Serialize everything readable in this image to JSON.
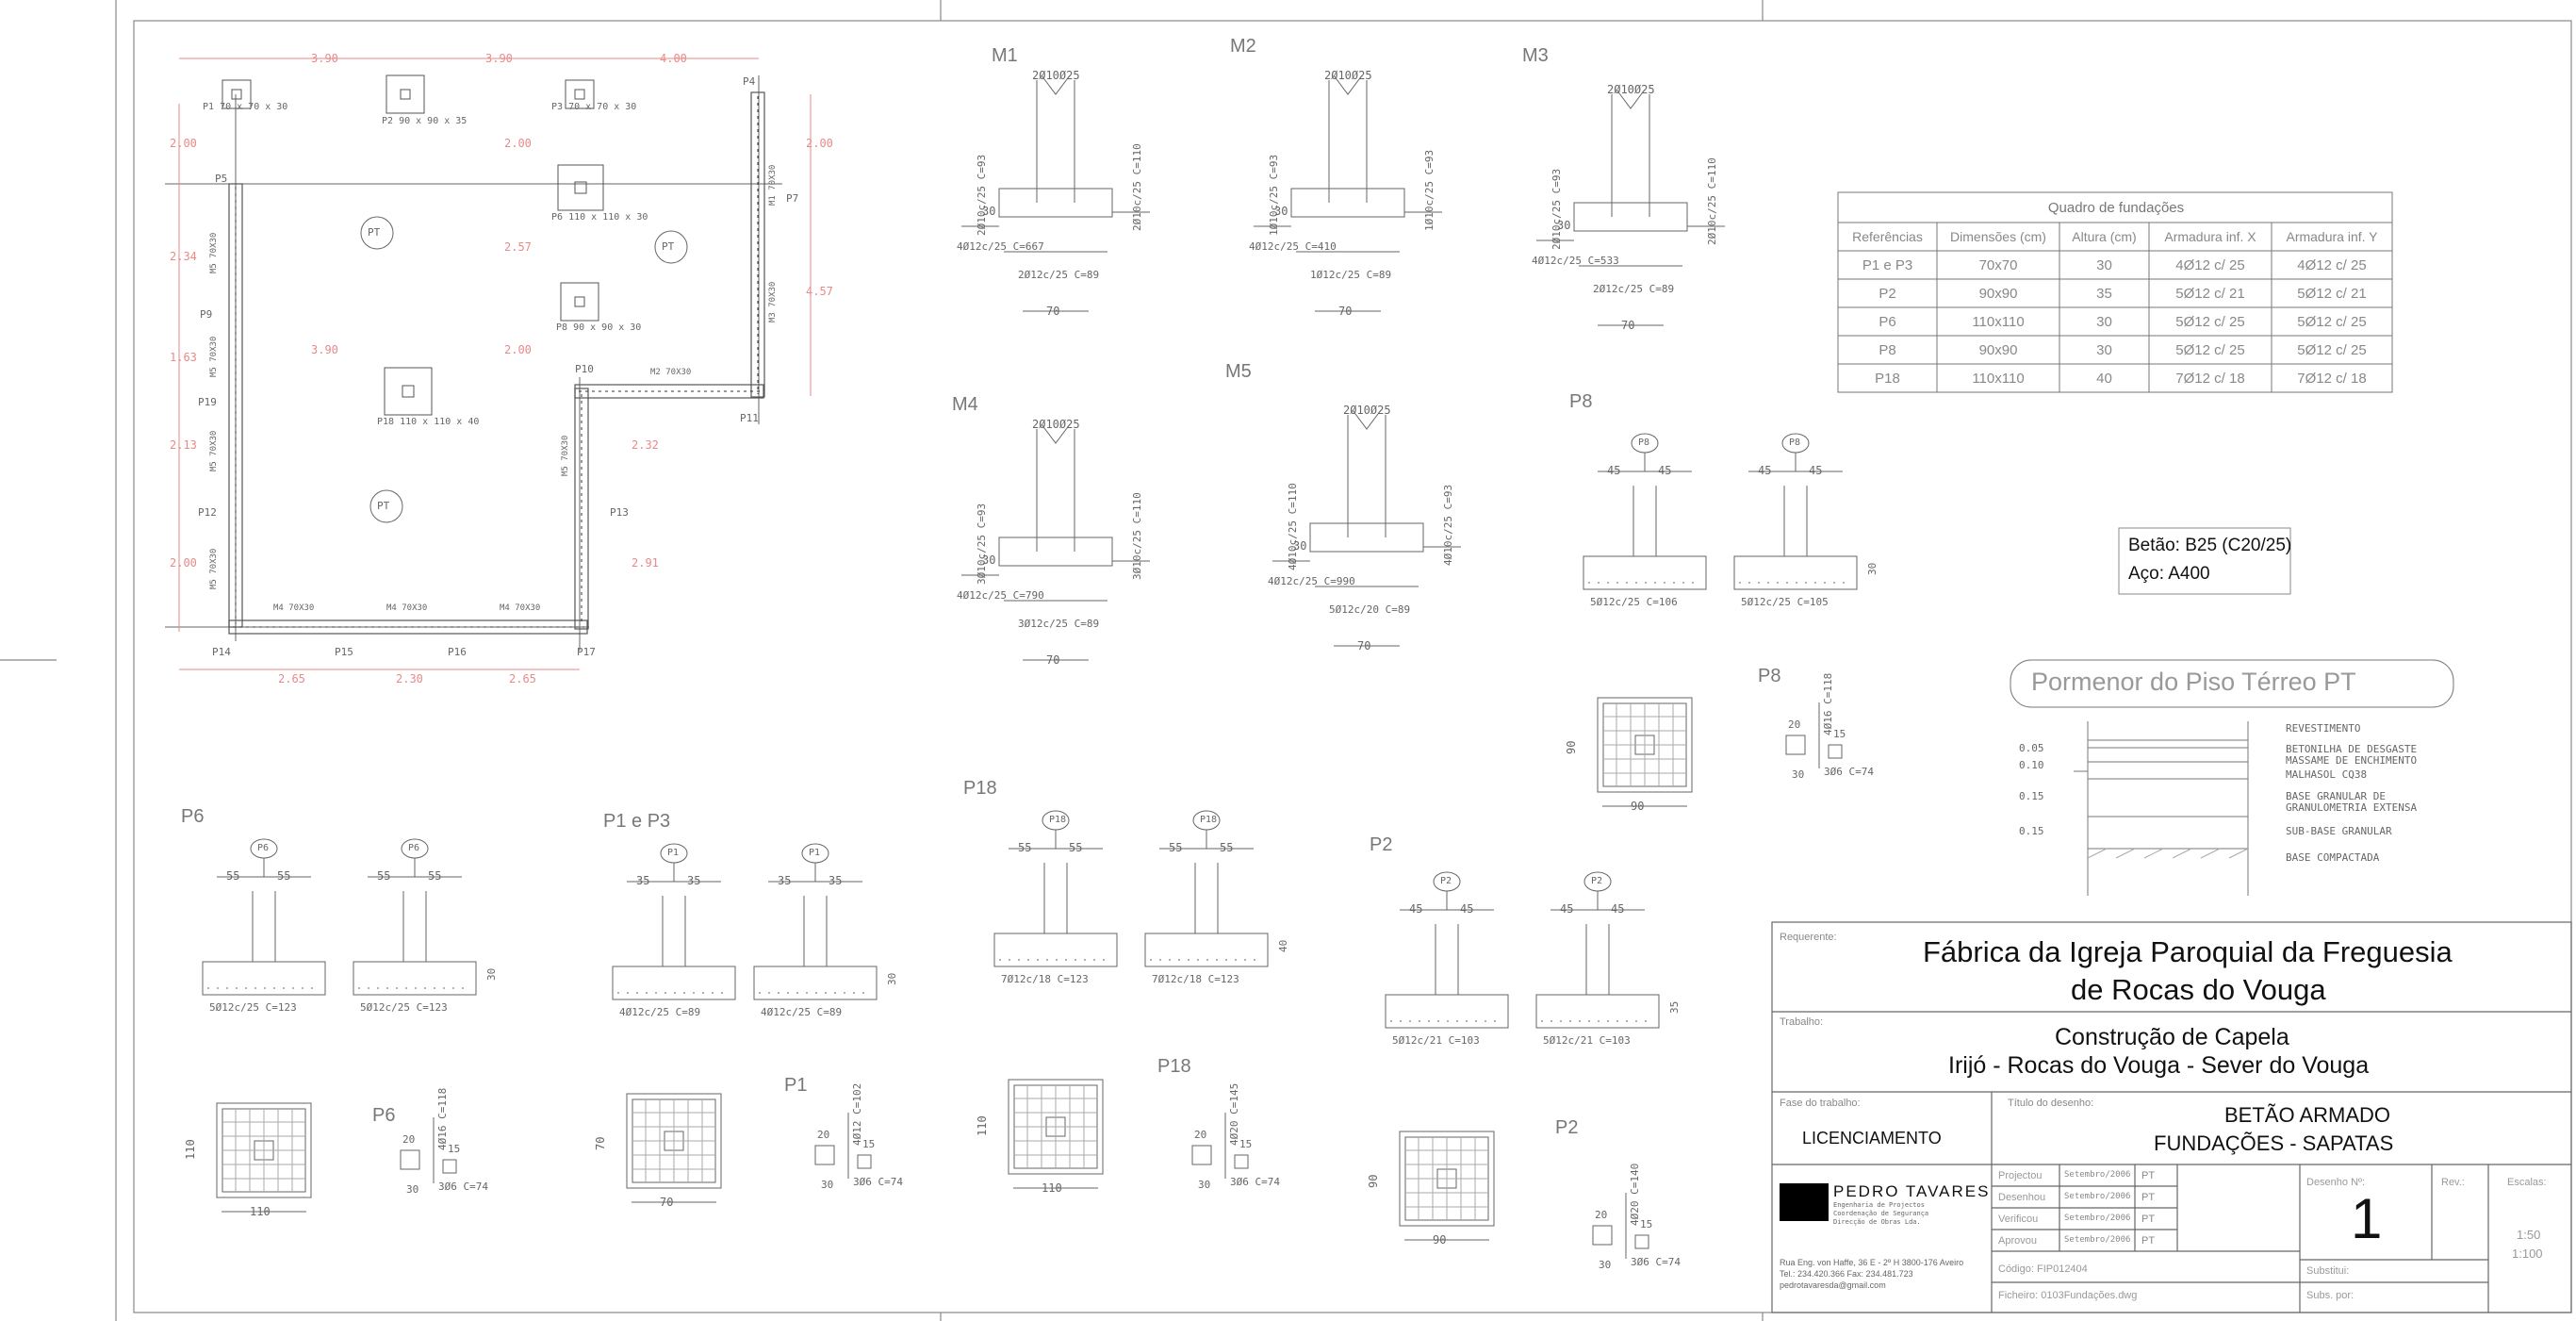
{
  "plan": {
    "top_dims": [
      "3.90",
      "3.90",
      "4.00"
    ],
    "bottom_dims": [
      "2.65",
      "2.30",
      "2.65"
    ],
    "left_dims": [
      "2.00",
      "2.34",
      "1.63",
      "2.13",
      "2.00"
    ],
    "inner_dims": [
      "2.00",
      "2.57",
      "2.00",
      "3.90",
      "2.32",
      "2.91",
      "2.00",
      "4.57"
    ],
    "footings": [
      {
        "id": "P1",
        "label": "P1",
        "size": "70 x 70 x 30"
      },
      {
        "id": "P2",
        "label": "P2",
        "size": "90 x 90 x 35"
      },
      {
        "id": "P3",
        "label": "P3",
        "size": "70 x 70 x 30"
      },
      {
        "id": "P6",
        "label": "P6",
        "size": "110 x 110 x 30"
      },
      {
        "id": "P8",
        "label": "P8",
        "size": "90 x 90 x 30"
      },
      {
        "id": "P18",
        "label": "P18",
        "size": "110 x 110 x 40"
      }
    ],
    "column_labels": [
      "P4",
      "P5",
      "P7",
      "P9",
      "P10",
      "P11",
      "P12",
      "P13",
      "P14",
      "P15",
      "P16",
      "P17",
      "P19"
    ],
    "walls": [
      "M1 70X30",
      "M2 70X30",
      "M3 70X30",
      "M4 70X30",
      "M4 70X30",
      "M4 70X30",
      "M5 70X30",
      "M5 70X30",
      "M5 70X30",
      "M5 70X30",
      "M5 70X30"
    ],
    "pt_label": "PT"
  },
  "wall_sections": [
    {
      "id": "M1",
      "top": "2Ø10Ø25",
      "left": "2Ø10c/25 C=93",
      "right": "2Ø10c/25 C=110",
      "b1": "4Ø12c/25 C=667",
      "b2": "2Ø12c/25 C=89",
      "w": "70",
      "h": "30"
    },
    {
      "id": "M2",
      "top": "2Ø10Ø25",
      "left": "1Ø10c/25 C=93",
      "right": "1Ø10c/25 C=93",
      "b1": "4Ø12c/25 C=410",
      "b2": "1Ø12c/25 C=89",
      "w": "70",
      "h": "30"
    },
    {
      "id": "M3",
      "top": "2Ø10Ø25",
      "left": "2Ø10c/25 C=93",
      "right": "2Ø10c/25 C=110",
      "b1": "4Ø12c/25 C=533",
      "b2": "2Ø12c/25 C=89",
      "w": "70",
      "h": "30"
    },
    {
      "id": "M4",
      "top": "2Ø10Ø25",
      "left": "3Ø10c/25 C=93",
      "right": "3Ø10c/25 C=110",
      "b1": "4Ø12c/25 C=790",
      "b2": "3Ø12c/25 C=89",
      "w": "70",
      "h": "30"
    },
    {
      "id": "M5",
      "top": "2Ø10Ø25",
      "left": "4Ø10c/25 C=110",
      "right": "4Ø10c/25 C=93",
      "b1": "4Ø12c/25 C=990",
      "b2": "5Ø12c/20 C=89",
      "w": "70",
      "h": "30"
    }
  ],
  "foundation_table": {
    "title": "Quadro de fundações",
    "headers": [
      "Referências",
      "Dimensões (cm)",
      "Altura (cm)",
      "Armadura inf. X",
      "Armadura inf. Y"
    ],
    "rows": [
      [
        "P1 e P3",
        "70x70",
        "30",
        "4Ø12 c/ 25",
        "4Ø12 c/ 25"
      ],
      [
        "P2",
        "90x90",
        "35",
        "5Ø12 c/ 21",
        "5Ø12 c/ 21"
      ],
      [
        "P6",
        "110x110",
        "30",
        "5Ø12 c/ 25",
        "5Ø12 c/ 25"
      ],
      [
        "P8",
        "90x90",
        "30",
        "5Ø12 c/ 25",
        "5Ø12 c/ 25"
      ],
      [
        "P18",
        "110x110",
        "40",
        "7Ø12 c/ 18",
        "7Ø12 c/ 18"
      ]
    ]
  },
  "materials": {
    "concrete": "Betão: B25 (C20/25)",
    "steel": "Aço:  A400"
  },
  "floor_detail": {
    "title": "Pormenor do Piso Térreo PT",
    "layers": [
      "REVESTIMENTO",
      "BETONILHA DE DESGASTE",
      "MASSAME DE ENCHIMENTO",
      "MALHASOL CQ38",
      "BASE GRANULAR DE",
      "GRANULOMETRIA EXTENSA",
      "SUB-BASE GRANULAR",
      "BASE COMPACTADA"
    ],
    "thicknesses": [
      "0.05",
      "0.10",
      "0.15",
      "0.15"
    ]
  },
  "footing_details": [
    {
      "id": "P8",
      "half": "45",
      "bar1": "5Ø12c/25 C=106",
      "bar2": "5Ø12c/25 C=105",
      "h": "30",
      "plan_w": "90",
      "col": "4Ø16 C=118",
      "stirrup": "3Ø6 C=74",
      "s15": "15",
      "s20": "20",
      "s30": "30"
    },
    {
      "id": "P6",
      "half": "55",
      "bar1": "5Ø12c/25 C=123",
      "bar2": "5Ø12c/25 C=123",
      "h": "30",
      "plan_w": "110",
      "col": "4Ø16 C=118",
      "stirrup": "3Ø6 C=74",
      "s15": "15",
      "s20": "20",
      "s30": "30"
    },
    {
      "id": "P1",
      "title": "P1 e P3",
      "half": "35",
      "bar1": "4Ø12c/25 C=89",
      "bar2": "4Ø12c/25 C=89",
      "h": "30",
      "plan_w": "70",
      "col": "4Ø12 C=102",
      "stirrup": "3Ø6 C=74",
      "s15": "15",
      "s20": "20",
      "s30": "30"
    },
    {
      "id": "P18",
      "half": "55",
      "bar1": "7Ø12c/18 C=123",
      "bar2": "7Ø12c/18 C=123",
      "h": "40",
      "plan_w": "110",
      "col": "4Ø20 C=145",
      "stirrup": "3Ø6 C=74",
      "s15": "15",
      "s20": "20",
      "s30": "30"
    },
    {
      "id": "P2",
      "half": "45",
      "bar1": "5Ø12c/21 C=103",
      "bar2": "5Ø12c/21 C=103",
      "h": "35",
      "plan_w": "90",
      "col": "4Ø20 C=140",
      "stirrup": "3Ø6 C=74",
      "s15": "15",
      "s20": "20",
      "s30": "30"
    }
  ],
  "title_block": {
    "requerente_label": "Requerente:",
    "client_line1": "Fábrica da Igreja Paroquial da Freguesia",
    "client_line2": "de Rocas do Vouga",
    "trabalho_label": "Trabalho:",
    "work_line1": "Construção de Capela",
    "work_line2": "Irijó - Rocas do Vouga - Sever do Vouga",
    "fase_label": "Fase do trabalho:",
    "fase": "LICENCIAMENTO",
    "titulo_label": "Título do desenho:",
    "titulo_line1": "BETÃO ARMADO",
    "titulo_line2": "FUNDAÇÕES - SAPATAS",
    "firm_name": "PEDRO TAVARES",
    "firm_sub1": "Engenharia de Projectos",
    "firm_sub2": "Coordenação de Segurança",
    "firm_sub3": "Direcção de Obras Lda.",
    "firm_address": "Rua Eng. von Haffe, 36 E - 2º H 3800-176 Aveiro",
    "firm_phone": "Tel.: 234.420.366   Fax: 234.481.723",
    "firm_email": "pedrotavaresda@gmail.com",
    "roles": [
      {
        "role": "Projectou",
        "date": "Setembro/2006",
        "init": "PT"
      },
      {
        "role": "Desenhou",
        "date": "Setembro/2006",
        "init": "PT"
      },
      {
        "role": "Verificou",
        "date": "Setembro/2006",
        "init": "PT"
      },
      {
        "role": "Aprovou",
        "date": "Setembro/2006",
        "init": "PT"
      }
    ],
    "codigo": "Código: FIP012404",
    "ficheiro": "Ficheiro: 0103Fundações.dwg",
    "desenho_label": "Desenho Nº:",
    "desenho_num": "1",
    "rev_label": "Rev.:",
    "escalas_label": "Escalas:",
    "scale1": "1:50",
    "scale2": "1:100",
    "substitui_label": "Substitui:",
    "subs_por_label": "Subs. por:"
  }
}
